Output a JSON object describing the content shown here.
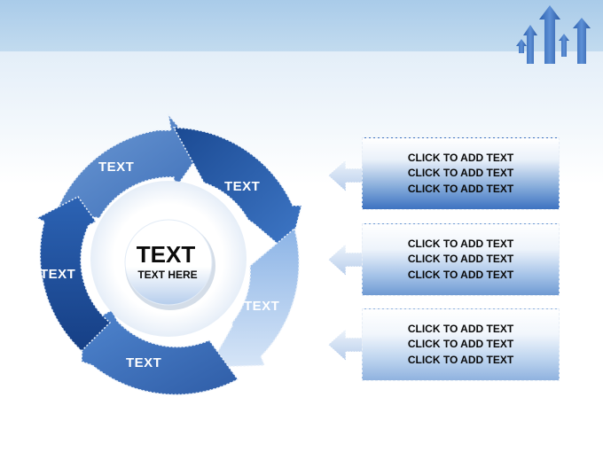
{
  "cycle": {
    "segments": [
      {
        "label": "TEXT"
      },
      {
        "label": "TEXT"
      },
      {
        "label": "TEXT"
      },
      {
        "label": "TEXT"
      },
      {
        "label": "TEXT"
      }
    ],
    "center_title": "TEXT",
    "center_subtitle": "TEXT HERE"
  },
  "boxes": [
    {
      "lines": [
        "CLICK TO ADD TEXT",
        "CLICK TO ADD TEXT",
        "CLICK TO ADD TEXT"
      ]
    },
    {
      "lines": [
        "CLICK TO ADD TEXT",
        "CLICK TO ADD TEXT",
        "CLICK TO ADD TEXT"
      ]
    },
    {
      "lines": [
        "CLICK TO ADD TEXT",
        "CLICK TO ADD TEXT",
        "CLICK TO ADD TEXT"
      ]
    }
  ],
  "colors": {
    "header_band": "#a9cbe9",
    "segment_dark": "#1d4f97",
    "segment_mid": "#3f76c4",
    "segment_light": "#a6c5eb",
    "text_on_segment": "#ffffff"
  },
  "icons": {
    "header_logo": "rising-arrows-icon",
    "connector": "left-arrow-icon"
  }
}
